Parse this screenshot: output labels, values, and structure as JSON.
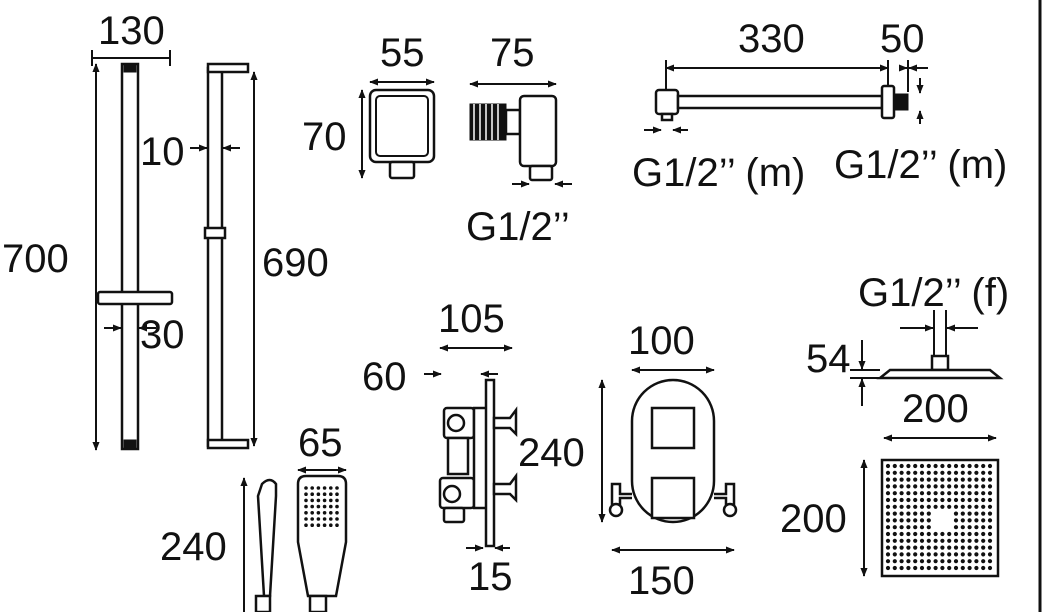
{
  "theme": {
    "ink": "#111111",
    "background": "#ffffff"
  },
  "dimensions": {
    "rail_width": "130",
    "rail_height": "700",
    "rail_clearance": "10",
    "bar_height": "690",
    "slider_depth": "30",
    "outlet_width": "55",
    "outlet_height": "70",
    "elbow_width": "75",
    "elbow_thread": "G1/2’’",
    "arm_length": "330",
    "arm_flange": "50",
    "arm_thread_left": "G1/2’’ (m)",
    "arm_thread_right": "G1/2’’ (m)",
    "valve_width": "105",
    "valve_depth": "60",
    "valve_plate_offset": "15",
    "plate_width": "100",
    "plate_height": "240",
    "plate_spread": "150",
    "head_thread": "G1/2’’ (f)",
    "head_depth": "54",
    "head_side_width": "200",
    "head_top_width": "200",
    "head_top_height": "200",
    "handset_width": "65",
    "handset_length": "240"
  }
}
